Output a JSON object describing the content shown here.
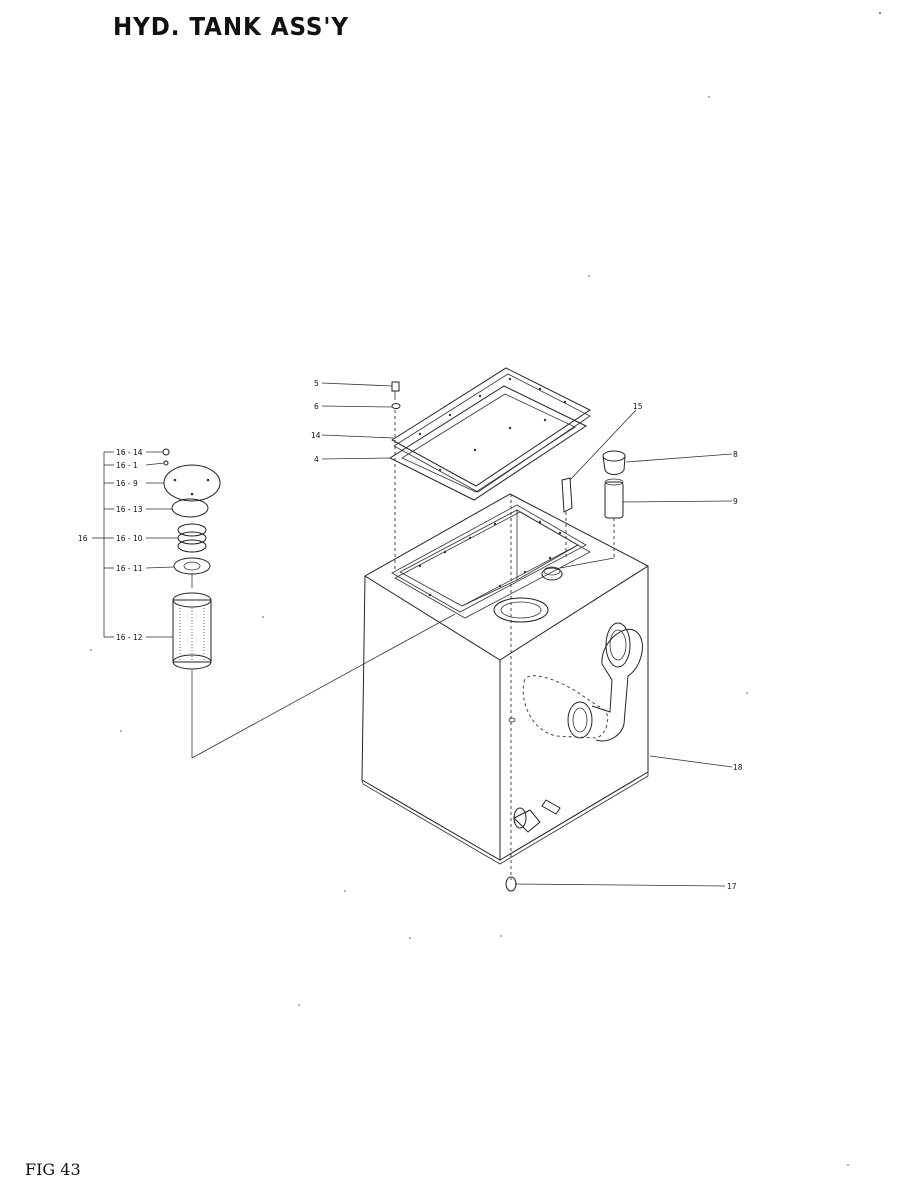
{
  "title": "HYD. TANK ASS'Y",
  "figure_label": "FIG 43",
  "callouts": {
    "c5": "5",
    "c6": "6",
    "c14": "14",
    "c4": "4",
    "c15": "15",
    "c8": "8",
    "c9": "9",
    "c18": "18",
    "c17": "17",
    "c16": "16",
    "c16_14": "16 - 14",
    "c16_1": "16 - 1",
    "c16_9": "16 - 9",
    "c16_13": "16 - 13",
    "c16_10": "16 - 10",
    "c16_11": "16 - 11",
    "c16_12": "16 - 12"
  }
}
